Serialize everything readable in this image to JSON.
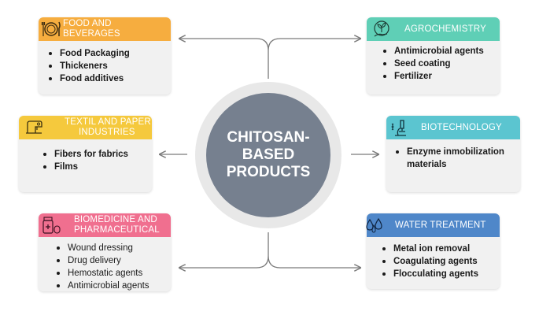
{
  "center": {
    "line1": "CHITOSAN-",
    "line2": "BASED",
    "line3": "PRODUCTS"
  },
  "colors": {
    "food": "#f6ad3f",
    "agro": "#5fcfb6",
    "textile": "#f5c93d",
    "biotech": "#5bc5d0",
    "biomed": "#f06f8f",
    "water": "#4f87c9",
    "center": "#76808f",
    "connector": "#7a7a7a"
  },
  "cards": {
    "food": {
      "title": "FOOD AND BEVERAGES",
      "icon": "plate-cutlery-icon",
      "items": [
        "Food Packaging",
        "Thickeners",
        "Food additives"
      ]
    },
    "agro": {
      "title": "AGROCHEMISTRY",
      "icon": "plant-hand-icon",
      "items": [
        "Antimicrobial agents",
        "Seed coating",
        "Fertilizer"
      ]
    },
    "textile": {
      "title_line1": "TEXTIL AND PAPER",
      "title_line2": "INDUSTRIES",
      "icon": "sewing-machine-icon",
      "items": [
        "Fibers for fabrics",
        "Films"
      ]
    },
    "biotech": {
      "title": "BIOTECHNOLOGY",
      "icon": "microscope-icon",
      "item_line1": "Enzyme inmobilization",
      "item_line2": "materials"
    },
    "biomed": {
      "title_line1": "BIOMEDICINE AND",
      "title_line2": "PHARMACEUTICAL",
      "icon": "medicine-bottle-icon",
      "items": [
        "Wound dressing",
        "Drug delivery",
        "Hemostatic agents",
        "Antimicrobial agents"
      ]
    },
    "water": {
      "title": "WATER TREATMENT",
      "icon": "water-drops-icon",
      "items": [
        "Metal ion removal",
        "Coagulating agents",
        "Flocculating agents"
      ]
    }
  }
}
